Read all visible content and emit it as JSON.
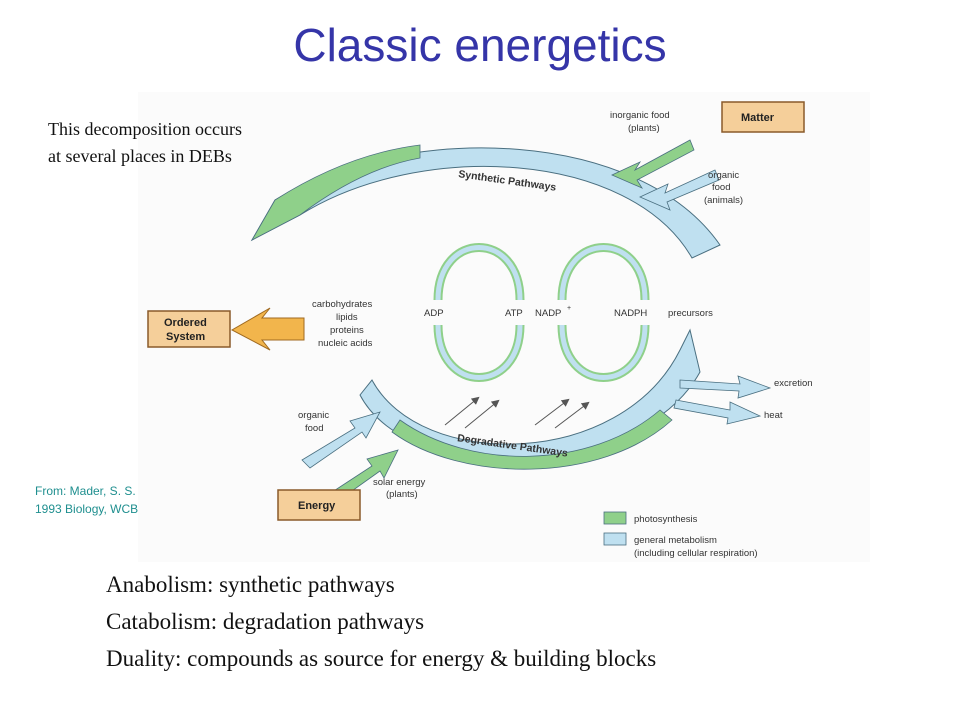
{
  "title": "Classic energetics",
  "note": {
    "line1": "This decomposition occurs",
    "line2": "at several places in DEBs"
  },
  "credit": {
    "line1": "From: Mader, S. S.",
    "line2": "1993 Biology, WCB"
  },
  "diagram": {
    "boxes": {
      "matter": "Matter",
      "ordered_line1": "Ordered",
      "ordered_line2": "System",
      "energy": "Energy"
    },
    "labels": {
      "inorganic_food_line1": "inorganic food",
      "inorganic_food_line2": "(plants)",
      "organic_food_animals_line1": "organic",
      "organic_food_animals_line2": "food",
      "organic_food_animals_line3": "(animals)",
      "carbohydrates": "carbohydrates",
      "lipids": "lipids",
      "proteins": "proteins",
      "nucleic_acids": "nucleic acids",
      "adp": "ADP",
      "atp": "ATP",
      "nadp": "NADP",
      "nadp_sup": "+",
      "nadph": "NADPH",
      "precursors": "precursors",
      "excretion": "excretion",
      "heat": "heat",
      "organic_food_line1": "organic",
      "organic_food_line2": "food",
      "solar_energy_line1": "solar energy",
      "solar_energy_line2": "(plants)",
      "synthetic_pathways": "Synthetic Pathways",
      "degradative_pathways": "Degradative Pathways"
    },
    "legend": {
      "photosynthesis": "photosynthesis",
      "general_line1": "general metabolism",
      "general_line2": "(including cellular respiration)"
    },
    "colors": {
      "green": "#8fd08a",
      "blue": "#bfe0f0",
      "box_fill": "#f5cf9a",
      "box_stroke": "#8a5a2a",
      "orange_arrow": "#f2b54c"
    }
  },
  "bottom": {
    "line1": "Anabolism: synthetic pathways",
    "line2": "Catabolism: degradation pathways",
    "line3": "Duality: compounds as source for energy & building blocks"
  }
}
